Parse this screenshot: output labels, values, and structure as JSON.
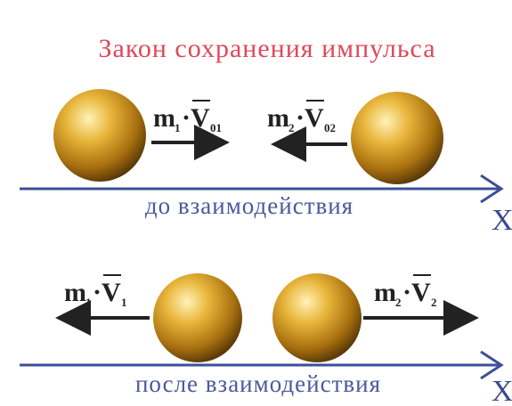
{
  "title": "Закон сохранения импульса",
  "before": {
    "caption": "до взаимодействия",
    "left_label": {
      "m": "m",
      "msub": "1",
      "v": "V",
      "vsub": "01"
    },
    "right_label": {
      "m": "m",
      "msub": "2",
      "v": "V",
      "vsub": "02"
    }
  },
  "after": {
    "caption": "после взаимодействия",
    "left_label": {
      "m": "m",
      "msub": "1",
      "v": "V",
      "vsub": "1"
    },
    "right_label": {
      "m": "m",
      "msub": "2",
      "v": "V",
      "vsub": "2"
    }
  },
  "axis_label": "X",
  "colors": {
    "title": "#e0485a",
    "axis": "#3b4f99",
    "ball_light": "#ffe79a",
    "ball_mid": "#d9a02a",
    "ball_dark": "#6e4a0c"
  }
}
